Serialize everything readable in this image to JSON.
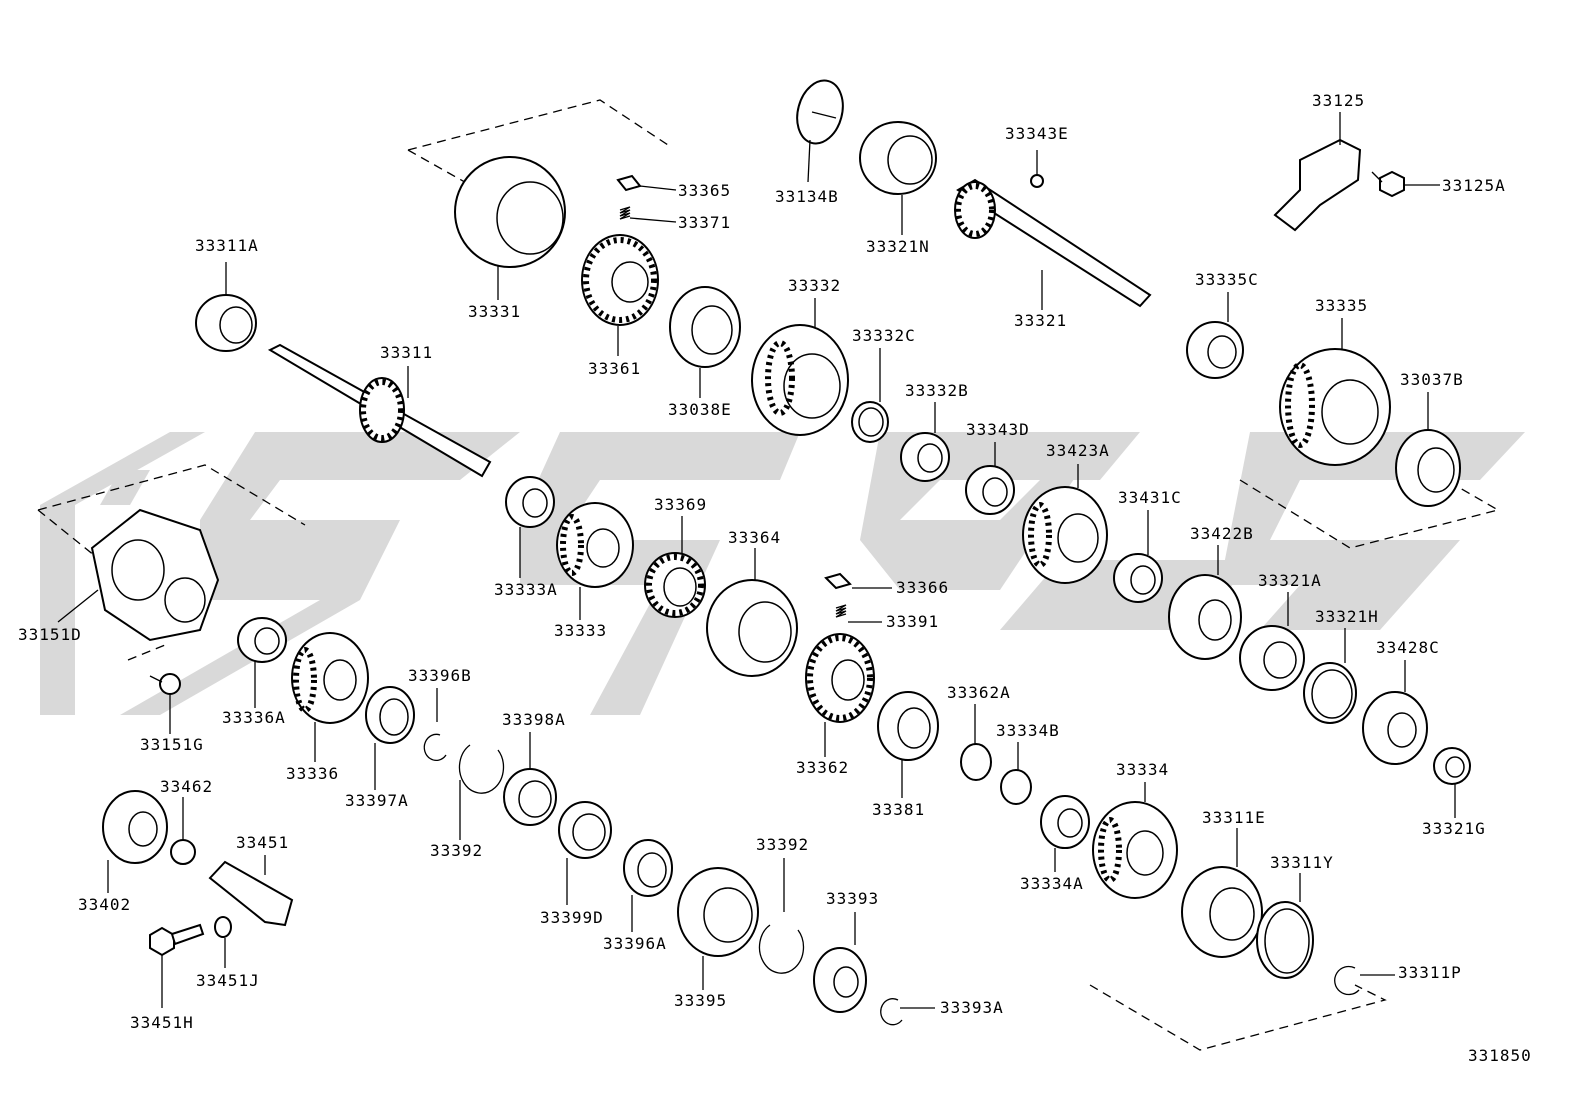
{
  "diagram_id": "331850",
  "parts": [
    {
      "id": "33365",
      "label": "33365"
    },
    {
      "id": "33371",
      "label": "33371"
    },
    {
      "id": "33134B",
      "label": "33134B"
    },
    {
      "id": "33321N",
      "label": "33321N"
    },
    {
      "id": "33343E",
      "label": "33343E"
    },
    {
      "id": "33125",
      "label": "33125"
    },
    {
      "id": "33125A",
      "label": "33125A"
    },
    {
      "id": "33311A",
      "label": "33311A"
    },
    {
      "id": "33331",
      "label": "33331"
    },
    {
      "id": "33361",
      "label": "33361"
    },
    {
      "id": "33332",
      "label": "33332"
    },
    {
      "id": "33321",
      "label": "33321"
    },
    {
      "id": "33335C",
      "label": "33335C"
    },
    {
      "id": "33311",
      "label": "33311"
    },
    {
      "id": "33038E",
      "label": "33038E"
    },
    {
      "id": "33332C",
      "label": "33332C"
    },
    {
      "id": "33335",
      "label": "33335"
    },
    {
      "id": "33332B",
      "label": "33332B"
    },
    {
      "id": "33037B",
      "label": "33037B"
    },
    {
      "id": "33343D",
      "label": "33343D"
    },
    {
      "id": "33423A",
      "label": "33423A"
    },
    {
      "id": "33369",
      "label": "33369"
    },
    {
      "id": "33431C",
      "label": "33431C"
    },
    {
      "id": "33364",
      "label": "33364"
    },
    {
      "id": "33422B",
      "label": "33422B"
    },
    {
      "id": "33333A",
      "label": "33333A"
    },
    {
      "id": "33366",
      "label": "33366"
    },
    {
      "id": "33321A",
      "label": "33321A"
    },
    {
      "id": "33151D",
      "label": "33151D"
    },
    {
      "id": "33333",
      "label": "33333"
    },
    {
      "id": "33391",
      "label": "33391"
    },
    {
      "id": "33321H",
      "label": "33321H"
    },
    {
      "id": "33428C",
      "label": "33428C"
    },
    {
      "id": "33396B",
      "label": "33396B"
    },
    {
      "id": "33362A",
      "label": "33362A"
    },
    {
      "id": "33151G",
      "label": "33151G"
    },
    {
      "id": "33336A",
      "label": "33336A"
    },
    {
      "id": "33398A",
      "label": "33398A"
    },
    {
      "id": "33334B",
      "label": "33334B"
    },
    {
      "id": "33336",
      "label": "33336"
    },
    {
      "id": "33362",
      "label": "33362"
    },
    {
      "id": "33334",
      "label": "33334"
    },
    {
      "id": "33397A",
      "label": "33397A"
    },
    {
      "id": "33462",
      "label": "33462"
    },
    {
      "id": "33381",
      "label": "33381"
    },
    {
      "id": "33321G",
      "label": "33321G"
    },
    {
      "id": "33311E",
      "label": "33311E"
    },
    {
      "id": "33451",
      "label": "33451"
    },
    {
      "id": "33392a",
      "label": "33392"
    },
    {
      "id": "33392b",
      "label": "33392"
    },
    {
      "id": "33311Y",
      "label": "33311Y"
    },
    {
      "id": "33402",
      "label": "33402"
    },
    {
      "id": "33334A",
      "label": "33334A"
    },
    {
      "id": "33393",
      "label": "33393"
    },
    {
      "id": "33399D",
      "label": "33399D"
    },
    {
      "id": "33396A",
      "label": "33396A"
    },
    {
      "id": "33451J",
      "label": "33451J"
    },
    {
      "id": "33311P",
      "label": "33311P"
    },
    {
      "id": "33395",
      "label": "33395"
    },
    {
      "id": "33393A",
      "label": "33393A"
    },
    {
      "id": "33451H",
      "label": "33451H"
    }
  ]
}
